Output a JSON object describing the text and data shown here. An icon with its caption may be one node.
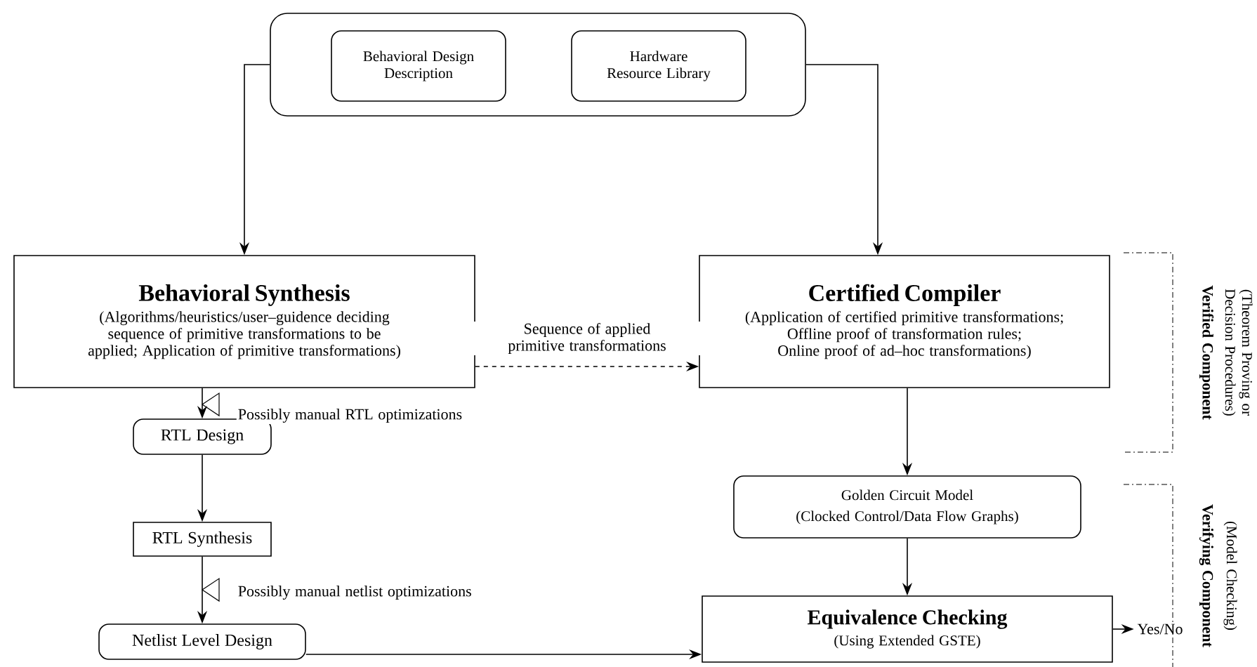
{
  "diagram": {
    "nodes": [
      {
        "text": [],
        "shape": "box"
      },
      {
        "text": [
          "Behavioral Design Description"
        ],
        "in": 0
      },
      {
        "text": [
          "Hardware Resource Library"
        ],
        "in": 0
      },
      {
        "text": [
          "Behavioral Synthesis",
          "(Algorithms/heuristics/user–guidence deciding sequence of primitive transformations to be applied; Application of primitive transformations)"
        ]
      },
      {
        "text": [
          "Certified Compiler",
          "(Application of certified primitive transformations; Offline proof of transformation rules; Online proof of ad–hoc transformations)"
        ]
      },
      {
        "text": [
          "RTL Design"
        ]
      },
      {
        "text": [
          "RTL Synthesis"
        ]
      },
      {
        "text": [
          "Netlist Level Design"
        ]
      },
      {
        "text": [
          "Golden Circuit Model",
          "(Clocked Control/Data Flow Graphs)"
        ]
      },
      {
        "text": [
          "Equivalence Checking",
          "(Using Extended GSTE)"
        ]
      },
      {
        "text": [
          "Yes/No"
        ]
      }
    ],
    "edges": [
      {
        "from": 0,
        "to": 3,
        "arrow": "to"
      },
      {
        "from": 0,
        "to": 4,
        "arrow": "to"
      },
      {
        "from": 3,
        "to": 4,
        "arrow": "to",
        "style": "dashed",
        "label": "Sequence of applied primitive transformations"
      },
      {
        "from": 3,
        "to": 5,
        "arrow": "to",
        "label": "Possibly manual RTL optimizations"
      },
      {
        "from": 5,
        "to": 6,
        "arrow": "to"
      },
      {
        "from": 6,
        "to": 7,
        "arrow": "to",
        "label": "Possibly manual netlist optimizations"
      },
      {
        "from": 4,
        "to": 8,
        "arrow": "to"
      },
      {
        "from": 8,
        "to": 9,
        "arrow": "to"
      },
      {
        "from": 7,
        "to": 9,
        "arrow": "to"
      },
      {
        "from": 9,
        "to": 10,
        "arrow": "to"
      }
    ],
    "labels": [
      "Verified Component",
      "(Theorem Proving or Decision Procedures)",
      "Verifying Component",
      "(Model Checking)"
    ]
  }
}
